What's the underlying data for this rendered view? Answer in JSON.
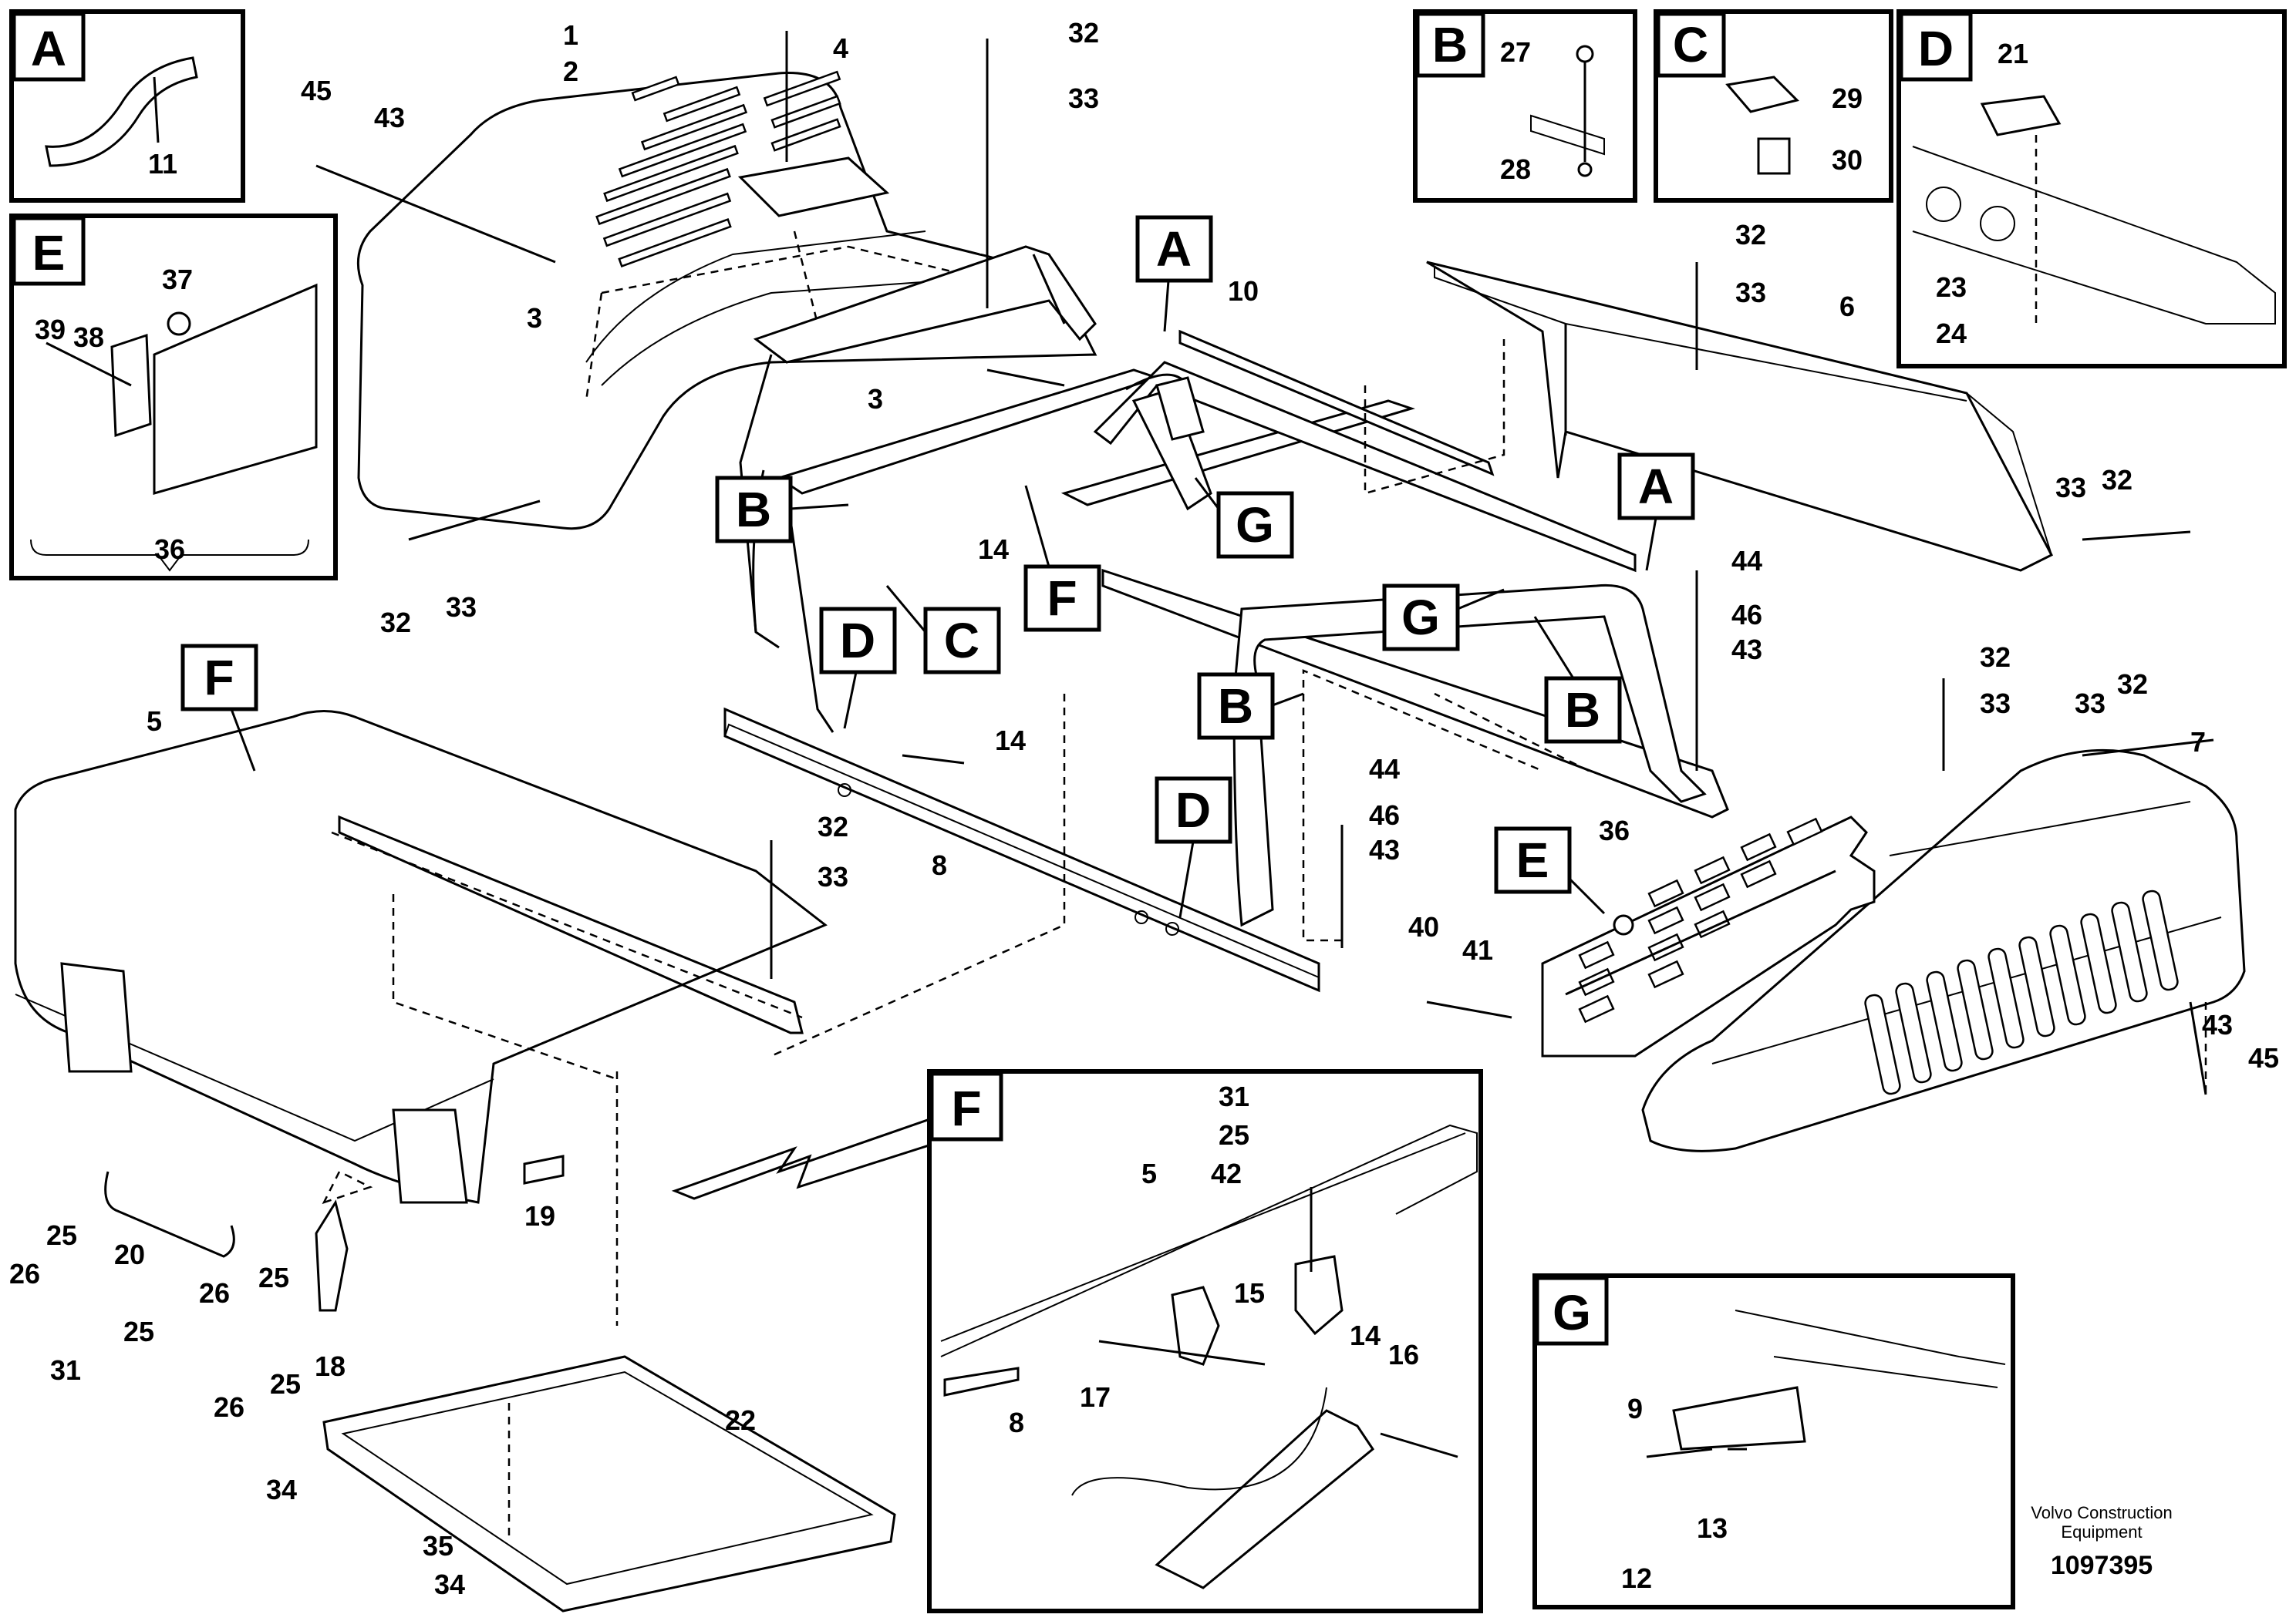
{
  "insets": {
    "A": {
      "letter": "A",
      "parts": [
        "11"
      ]
    },
    "B": {
      "letter": "B",
      "parts": [
        "27",
        "28"
      ]
    },
    "C": {
      "letter": "C",
      "parts": [
        "29",
        "30"
      ]
    },
    "D": {
      "letter": "D",
      "parts": [
        "21",
        "23",
        "24"
      ]
    },
    "E": {
      "letter": "E",
      "parts": [
        "37",
        "39",
        "38",
        "36"
      ]
    },
    "F": {
      "letter": "F",
      "parts": [
        "31",
        "25",
        "42",
        "5",
        "15",
        "14",
        "16",
        "17",
        "8"
      ]
    },
    "G": {
      "letter": "G",
      "parts": [
        "9",
        "12",
        "13"
      ]
    }
  },
  "callouts": [
    "A",
    "B",
    "G",
    "F",
    "C",
    "D",
    "A",
    "G",
    "B",
    "B",
    "D",
    "E",
    "F"
  ],
  "part_numbers": {
    "p1": "1",
    "p2": "2",
    "p3a": "3",
    "p3b": "3",
    "p4": "4",
    "p32a": "32",
    "p33a": "33",
    "p45a": "45",
    "p43a": "43",
    "p32b": "32",
    "p33b": "33",
    "p10": "10",
    "p6": "6",
    "p32c": "32",
    "p33c": "33",
    "p33d": "33",
    "p32d": "32",
    "p44a": "44",
    "p46a": "46",
    "p43b": "43",
    "p32e": "32",
    "p33e": "33",
    "p33f": "33",
    "p32f": "32",
    "p7": "7",
    "p14a": "14",
    "p14b": "14",
    "p5": "5",
    "p32g": "32",
    "p33g": "33",
    "p8": "8",
    "p44b": "44",
    "p46b": "46",
    "p43c": "43",
    "p36": "36",
    "p40": "40",
    "p41": "41",
    "p43d": "43",
    "p45b": "45",
    "p19": "19",
    "p20": "20",
    "p25a": "25",
    "p26a": "26",
    "p25b": "25",
    "p26b": "26",
    "p31": "31",
    "p25c": "25",
    "p25d": "25",
    "p26c": "26",
    "p18": "18",
    "p22": "22",
    "p34a": "34",
    "p35": "35",
    "p34b": "34"
  },
  "footer": {
    "company_line1": "Volvo Construction",
    "company_line2": "Equipment",
    "document_number": "1097395"
  }
}
